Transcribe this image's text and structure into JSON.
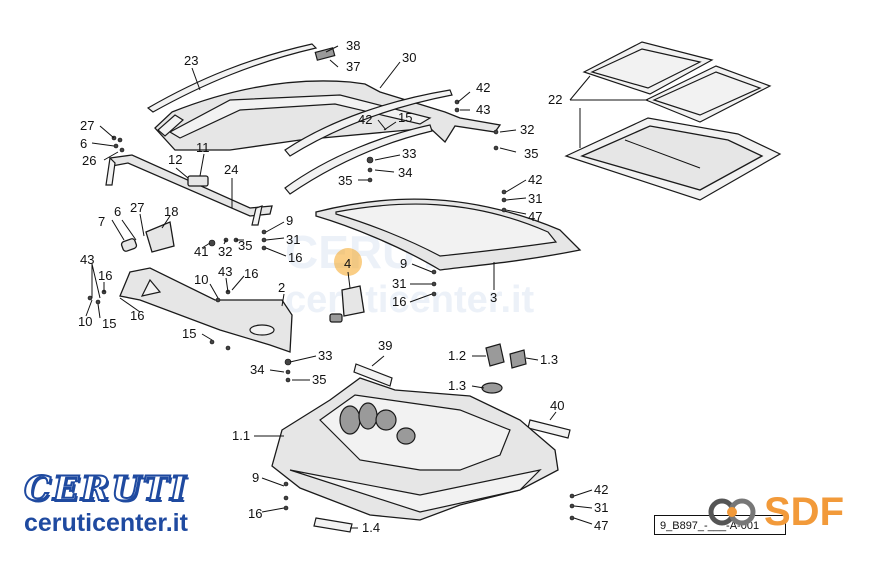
{
  "watermark": {
    "brand": "CERUTI",
    "url": "ceruticenter.it",
    "stamp": "SDF"
  },
  "logo": {
    "brand": "CERUTI",
    "url": "ceruticenter.it"
  },
  "sdf_logo": {
    "text": "SDF",
    "color": "#f29a3a"
  },
  "diagram_code": "9_B897_-___-A-001",
  "highlight": {
    "label": "4",
    "color": "#f5a623"
  },
  "accent_color": "#1f4aa0",
  "callouts": [
    "38",
    "37",
    "30",
    "23",
    "42",
    "43",
    "32",
    "35",
    "42",
    "15",
    "33",
    "34",
    "35",
    "27",
    "6",
    "26",
    "11",
    "12",
    "24",
    "22",
    "42",
    "31",
    "47",
    "7",
    "6",
    "27",
    "18",
    "9",
    "31",
    "16",
    "41",
    "32",
    "35",
    "43",
    "16",
    "10",
    "43",
    "16",
    "2",
    "10",
    "15",
    "16",
    "4",
    "9",
    "31",
    "16",
    "3",
    "15",
    "33",
    "34",
    "35",
    "39",
    "1.2",
    "1.3",
    "1.3",
    "40",
    "1.1",
    "9",
    "16",
    "42",
    "31",
    "47",
    "1.4"
  ]
}
